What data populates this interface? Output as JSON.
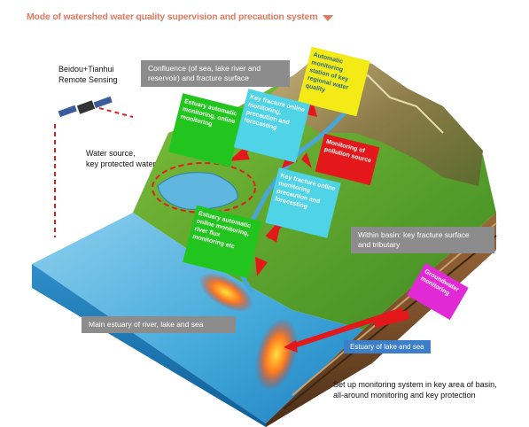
{
  "title": "Mode of watershed water quality supervision and precaution system",
  "labels": {
    "remote_sensing": [
      "Beidou+Tianhui",
      "Remote Sensing"
    ],
    "water_source": [
      "Water source,",
      "key protected water"
    ],
    "confluence": [
      "Confluence (of sea, lake river and",
      "reservoir) and fracture surface"
    ],
    "within_basin": [
      "Within basin: key fracture surface",
      "and tributary"
    ],
    "main_estuary": "Main estuary of river, lake and sea",
    "estuary_lake_sea": "Estuary of lake and sea",
    "bottom_note": [
      "Set up monitoring system in key area of basin,",
      "all-around monitoring and key protection"
    ]
  },
  "callouts": {
    "yellow": "Automatic monitoring station of key regional water quality",
    "green_top": "Estuary automatic monitoring, online monitoring",
    "cyan_top": "Key fracture online monitoring, precaution and forecasting",
    "red": "Monitoring of pollution source",
    "cyan_mid": "Key fracture online monitoring precaution and forecasting",
    "green_bottom": "Estuary automatic online monitoring, river flux monitoring etc",
    "magenta": "Groundwater monitoring"
  },
  "colors": {
    "title": "#e07a62",
    "callout_yellow": "#f3ea16",
    "callout_green": "#22c41e",
    "callout_cyan": "#4fd3e6",
    "callout_red": "#e4171b",
    "callout_magenta": "#e12ad6",
    "grey_box": "#8c8c8c",
    "blue_box": "#3d7ec9"
  }
}
